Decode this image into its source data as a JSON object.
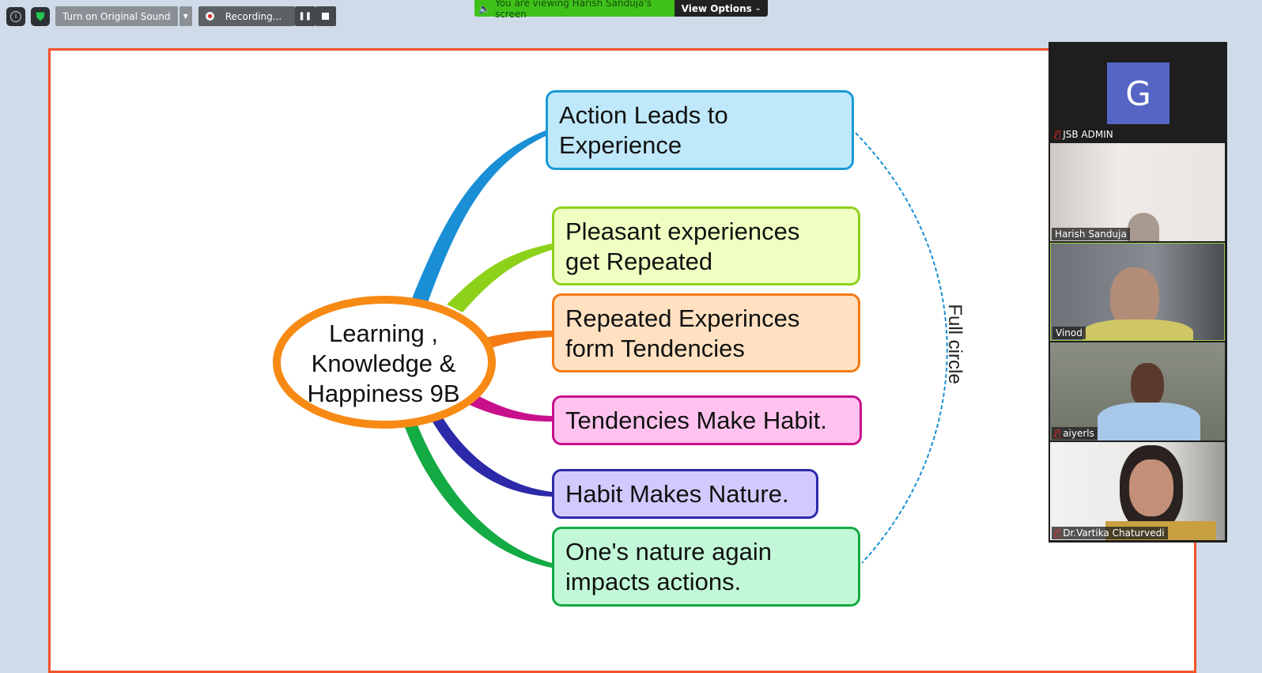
{
  "toolbar": {
    "original_sound": "Turn on Original Sound",
    "recording": "Recording..."
  },
  "banner": {
    "text": "You are viewing Harish Sanduja's screen",
    "view_options": "View Options"
  },
  "slide": {
    "center": [
      "Learning ,",
      "Knowledge &",
      "Happiness 9B"
    ],
    "nodes": [
      {
        "line1": "Action Leads to",
        "line2": "Experience"
      },
      {
        "line1": "Pleasant experiences",
        "line2": "get Repeated"
      },
      {
        "line1": "Repeated Experinces",
        "line2": "form Tendencies"
      },
      {
        "line1": "Tendencies Make Habit."
      },
      {
        "line1": "Habit Makes Nature."
      },
      {
        "line1": "One's nature again",
        "line2": "impacts actions."
      }
    ],
    "cycle_label": "Full circle"
  },
  "participants": [
    {
      "name": "JSB ADMIN",
      "avatar": "G",
      "muted": true
    },
    {
      "name": "Harish Sanduja",
      "muted": false
    },
    {
      "name": "Vinod",
      "muted": false,
      "speaking": true
    },
    {
      "name": "aiyerls",
      "muted": true
    },
    {
      "name": "Dr.Vartika Chaturvedi",
      "muted": true
    }
  ]
}
